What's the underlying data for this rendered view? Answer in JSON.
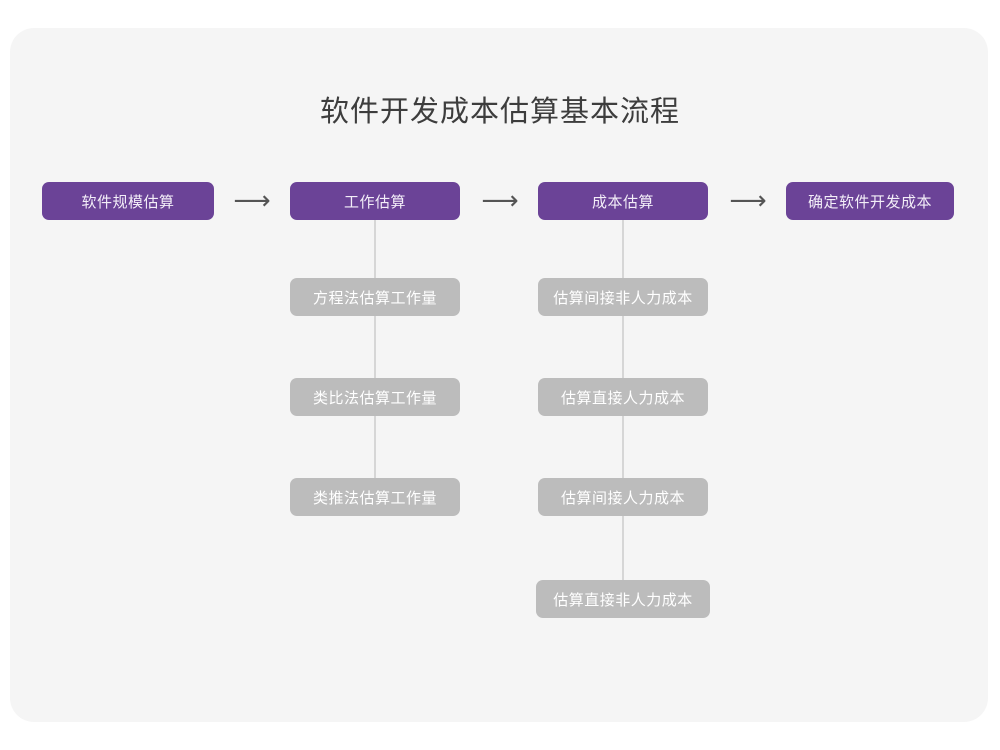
{
  "diagram": {
    "title": "软件开发成本估算基本流程",
    "colors": {
      "card_background": "#f5f5f5",
      "page_background": "#ffffff",
      "primary_node": "#6b4397",
      "primary_node_text": "#f3eef8",
      "secondary_node": "#bcbcbc",
      "secondary_node_text": "#ffffff",
      "connector_line": "#d6d6d6",
      "arrow": "#555555",
      "title_text": "#3d3d3d"
    },
    "main_flow": [
      {
        "id": "stage-1",
        "label": "软件规模估算",
        "type": "primary"
      },
      {
        "id": "stage-2",
        "label": "工作估算",
        "type": "primary"
      },
      {
        "id": "stage-3",
        "label": "成本估算",
        "type": "primary"
      },
      {
        "id": "stage-4",
        "label": "确定软件开发成本",
        "type": "primary"
      }
    ],
    "arrows": [
      {
        "id": "arrow-1",
        "glyph": "⟶"
      },
      {
        "id": "arrow-2",
        "glyph": "⟶"
      },
      {
        "id": "arrow-3",
        "glyph": "⟶"
      }
    ],
    "branch_work_estimation": [
      {
        "id": "work-1",
        "label": "方程法估算工作量",
        "type": "secondary"
      },
      {
        "id": "work-2",
        "label": "类比法估算工作量",
        "type": "secondary"
      },
      {
        "id": "work-3",
        "label": "类推法估算工作量",
        "type": "secondary"
      }
    ],
    "branch_cost_estimation": [
      {
        "id": "cost-1",
        "label": "估算间接非人力成本",
        "type": "secondary"
      },
      {
        "id": "cost-2",
        "label": "估算直接人力成本",
        "type": "secondary"
      },
      {
        "id": "cost-3",
        "label": "估算间接人力成本",
        "type": "secondary"
      },
      {
        "id": "cost-4",
        "label": "估算直接非人力成本",
        "type": "secondary"
      }
    ]
  }
}
